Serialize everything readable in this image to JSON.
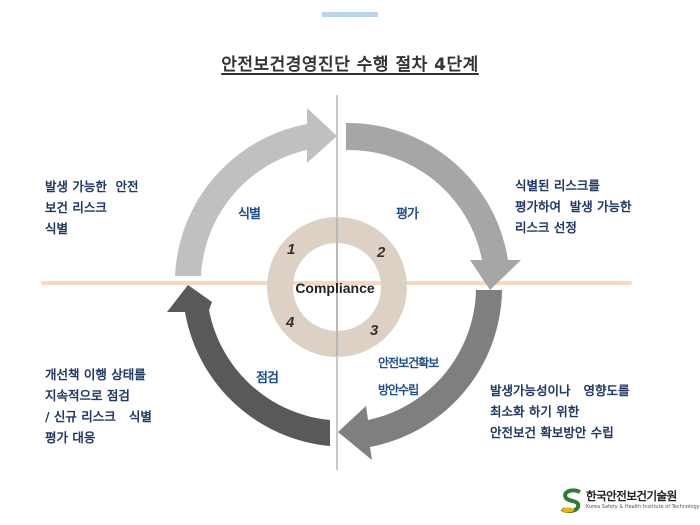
{
  "title": "안전보건경영진단 수행 절차 4단계",
  "colors": {
    "arrow_identify": "#c0c0c0",
    "arrow_evaluate": "#a6a6a6",
    "arrow_plan": "#7f7f7f",
    "arrow_inspect": "#595959",
    "ring": "#ddd0c4",
    "axis_line": "#f8d8c0",
    "text_blue": "#1f3864"
  },
  "center": {
    "label": "Compliance",
    "numbers": [
      "1",
      "2",
      "3",
      "4"
    ]
  },
  "stages": [
    {
      "label": "식별",
      "description": "발생 가능한  안전\n보건 리스크\n식별"
    },
    {
      "label": "평가",
      "description": "식별된 리스크를\n평가하여  발생 가능한\n리스크 선정"
    },
    {
      "label": "안전보건확보\n방안수립",
      "description": "발생가능성이나   영향도를\n최소화 하기 위한\n안전보건 확보방안 수립"
    },
    {
      "label": "점검",
      "description": "개선책 이행 상태를\n지속적으로 점검\n/ 신규 리스크   식별\n평가 대응"
    }
  ],
  "logo": {
    "name": "한국안전보건기술원",
    "subtitle": "Korea Safety & Health Institute of Technology"
  }
}
